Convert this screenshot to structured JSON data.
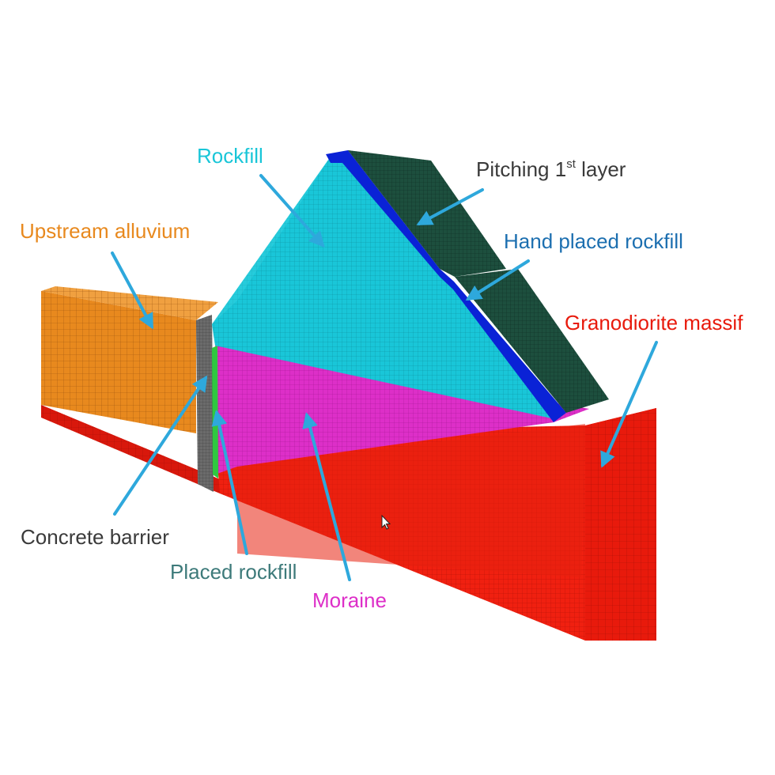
{
  "labels": {
    "rockfill": "Rockfill",
    "pitching_main": "Pitching 1",
    "pitching_sup": "st",
    "pitching_tail": " layer",
    "hand_placed": "Hand placed rockfill",
    "upstream_alluvium": "Upstream alluvium",
    "granodiorite": "Granodiorite massif",
    "concrete_barrier": "Concrete barrier",
    "placed_rockfill": "Placed rockfill",
    "moraine": "Moraine"
  },
  "colors": {
    "rockfill": "#19c6d8",
    "pitching": "#1d4f3e",
    "hand_placed": "#0a22d6",
    "alluvium": "#e8891e",
    "granodiorite": "#f02010",
    "moraine": "#dd2fc8",
    "concrete": "#6b6b6b",
    "placed_rockfill": "#2fc840",
    "arrow": "#2ea8dc",
    "text_dark": "#3a3a3a",
    "text_placed": "#3d7a7a"
  }
}
